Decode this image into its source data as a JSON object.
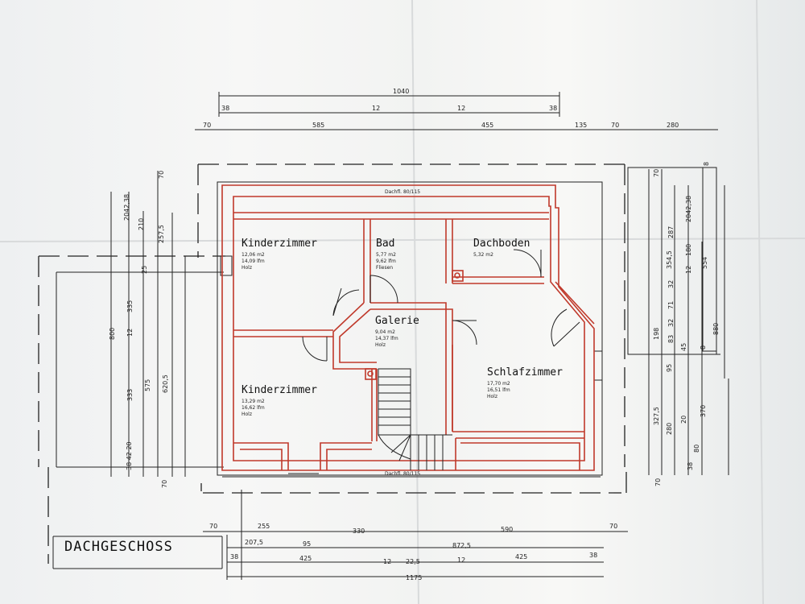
{
  "title": "DACHGESCHOSS",
  "rooms": {
    "kinder1": {
      "name": "Kinderzimmer",
      "l1": "12,06 m2",
      "l2": "14,09 lfm",
      "l3": "Holz"
    },
    "bad": {
      "name": "Bad",
      "l1": "5,77 m2",
      "l2": "9,62 lfm",
      "l3": "Fliesen"
    },
    "dachboden": {
      "name": "Dachboden",
      "l1": "5,32 m2"
    },
    "galerie": {
      "name": "Galerie",
      "l1": "9,04 m2",
      "l2": "14,37 lfm",
      "l3": "Holz"
    },
    "schlaf": {
      "name": "Schlafzimmer",
      "l1": "17,70 m2",
      "l2": "16,51 lfm",
      "l3": "Holz"
    },
    "kinder2": {
      "name": "Kinderzimmer",
      "l1": "13,29 m2",
      "l2": "16,62 lfm",
      "l3": "Holz"
    }
  },
  "window_labels": {
    "top": "Dachfl. 80/115",
    "bottom": "Dachfl. 80/115"
  },
  "top_dims": {
    "r1": [
      "1040"
    ],
    "r2": [
      "38",
      "12",
      "12",
      "38"
    ],
    "r3": [
      "70",
      "585",
      "455",
      "135",
      "70",
      "280"
    ]
  },
  "bottom_dims": {
    "r1": [
      "70",
      "255",
      "330",
      "590",
      "70"
    ],
    "r2": [
      "207,5",
      "95",
      "872,5"
    ],
    "r3": [
      "38",
      "425",
      "12",
      "22,5",
      "12",
      "425",
      "38"
    ],
    "r4": [
      "1175"
    ]
  },
  "left_dims": {
    "a": [
      "2042,38"
    ],
    "b": [
      "210"
    ],
    "c": [
      "257,5",
      "335",
      "12",
      "333",
      "620,5"
    ],
    "d": [
      "25",
      "575"
    ],
    "e": [
      "70"
    ],
    "f": [
      "800"
    ],
    "g": [
      "38 42 20"
    ],
    "h": [
      "70"
    ]
  },
  "right_dims": {
    "a": [
      "70",
      "198",
      "327,5",
      "70"
    ],
    "b": [
      "354,5",
      "95",
      "280",
      "38"
    ],
    "c": [
      "287",
      "83",
      "20",
      "80"
    ],
    "d": [
      "2042,38",
      "32",
      "71",
      "32",
      "45"
    ],
    "e": [
      "12",
      "180",
      "370"
    ],
    "f": [
      "554"
    ],
    "g": [
      "8",
      "8"
    ],
    "h": [
      "880"
    ]
  }
}
